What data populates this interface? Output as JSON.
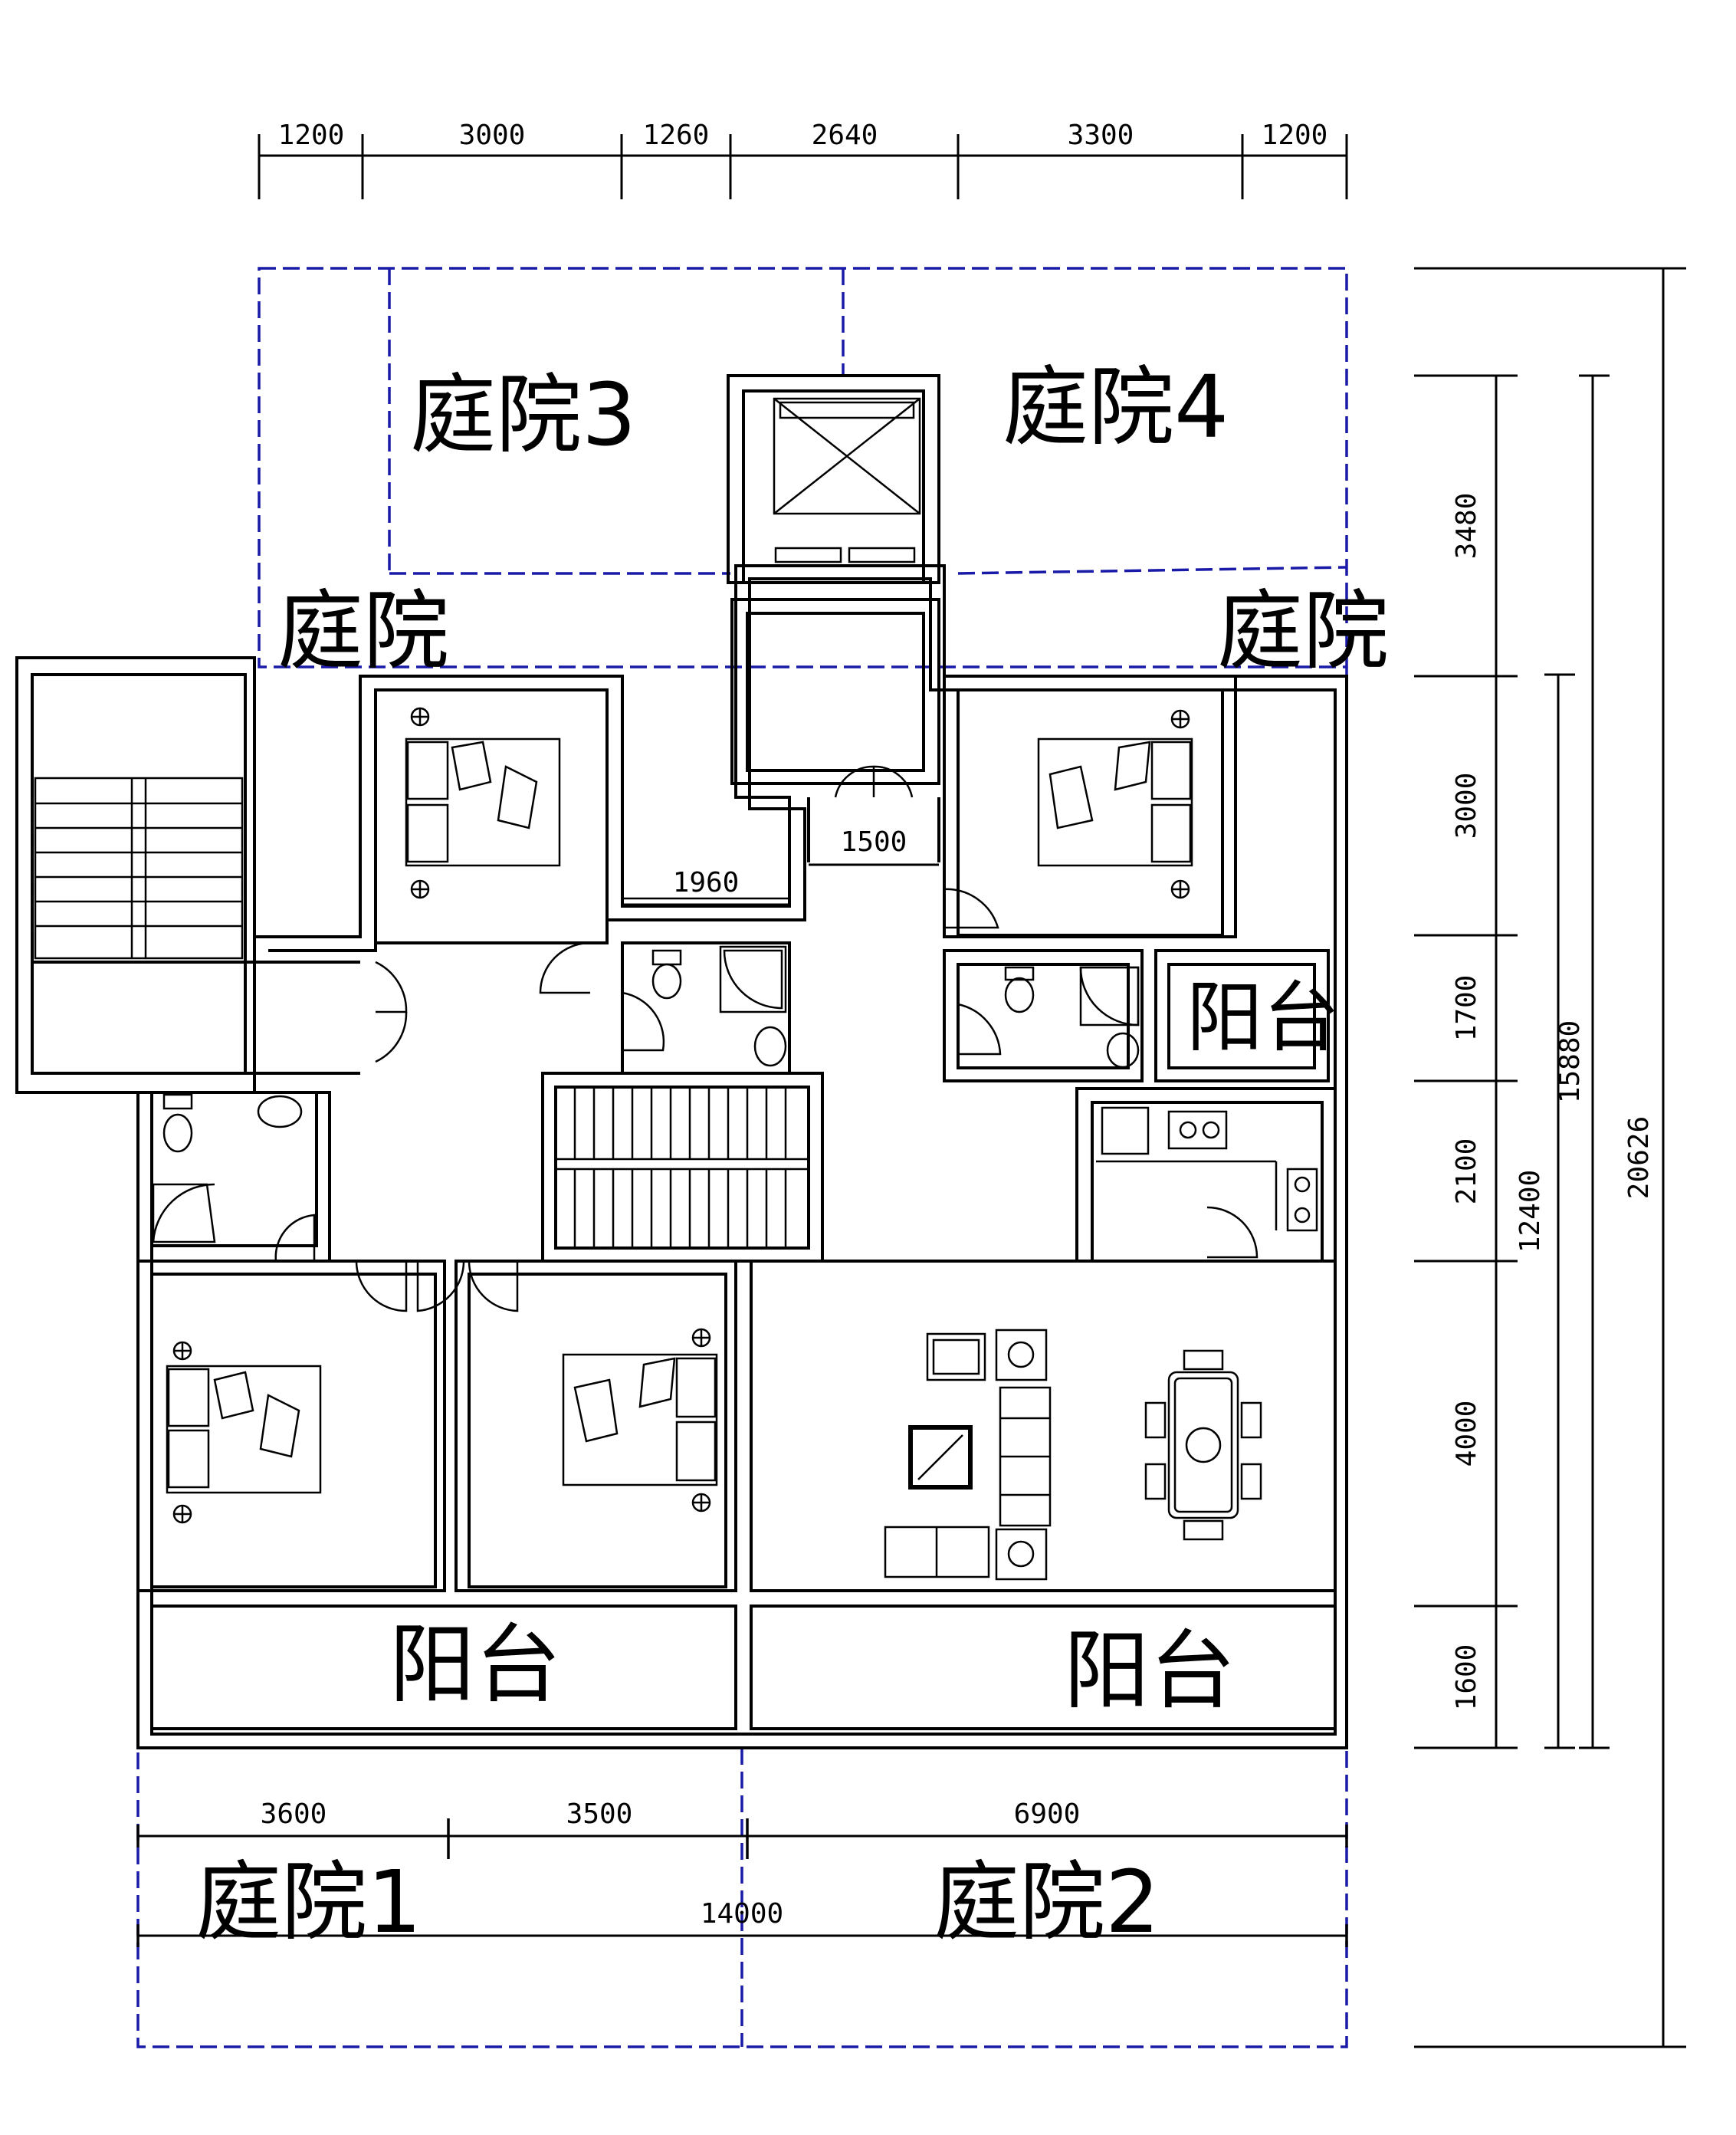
{
  "dimensions": {
    "top": [
      "1200",
      "3000",
      "1260",
      "2640",
      "3300",
      "1200"
    ],
    "right": [
      "3480",
      "3000",
      "1700",
      "2100",
      "4000",
      "1600"
    ],
    "right_totals": [
      "12400",
      "15880",
      "20626"
    ],
    "bottom": [
      "3600",
      "3500",
      "6900"
    ],
    "bottom_total": "14000",
    "interior": [
      "1960",
      "1500"
    ]
  },
  "rooms": {
    "courtyard_1": "庭院1",
    "courtyard_2": "庭院2",
    "courtyard_3": "庭院3",
    "courtyard_4": "庭院4",
    "courtyard_left": "庭院",
    "courtyard_right": "庭院",
    "balcony_right": "阳台",
    "balcony_bottom_left": "阳台",
    "balcony_bottom_right": "阳台"
  },
  "colors": {
    "line": "#000000",
    "courtyard_boundary": "#1a1aa8",
    "background": "#ffffff"
  }
}
